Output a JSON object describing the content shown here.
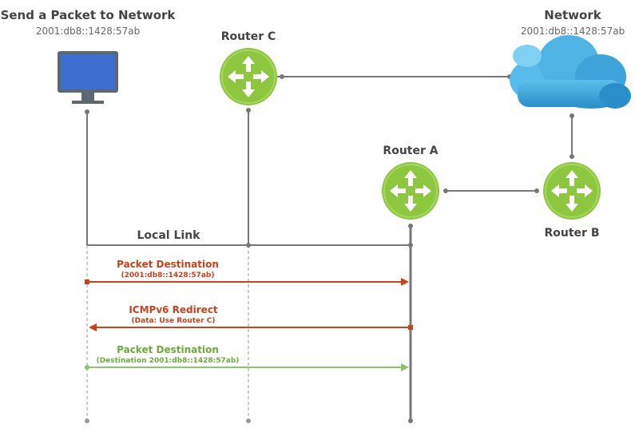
{
  "host": {
    "title": "Send a Packet to Network",
    "address": "2001:db8::1428:57ab"
  },
  "network": {
    "title": "Network",
    "address": "2001:db8::1428:57ab"
  },
  "routers": {
    "c": "Router C",
    "a": "Router A",
    "b": "Router B"
  },
  "local_link": "Local Link",
  "messages": [
    {
      "title": "Packet Destination",
      "detail": "(2001:db8::1428:57ab)",
      "direction": "to-router-a",
      "color": "#c8421b"
    },
    {
      "title": "ICMPv6 Redirect",
      "detail": "(Data: Use Router C)",
      "direction": "to-host",
      "color": "#c8421b"
    },
    {
      "title": "Packet Destination",
      "detail": "(Destination 2001:db8::1428:57ab)",
      "direction": "to-router-a",
      "color": "#8cc46a"
    }
  ],
  "colors": {
    "router": "#8dc63f",
    "line": "#777777",
    "cloud": "#3aa8dc",
    "red": "#c8421b",
    "green": "#8cc46a"
  }
}
